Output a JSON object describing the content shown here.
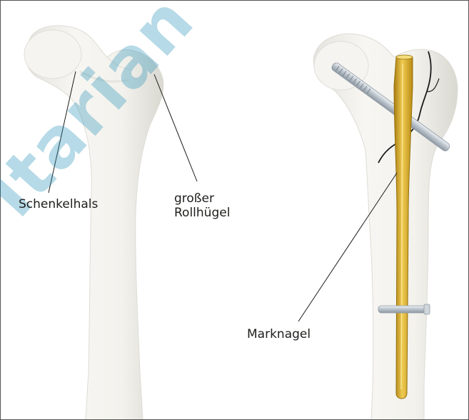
{
  "labels": {
    "femoral_neck": "Schenkelhals",
    "greater_trochanter_line1": "großer",
    "greater_trochanter_line2": "Rollhügel",
    "intramedullary_nail": "Marknagel"
  },
  "watermark_text": "Itarian Healt",
  "colors": {
    "bone": "#f2f1ec",
    "bone_shade": "#dcdbd4",
    "nail_gold": "#d8a81e",
    "nail_dark": "#a87c10",
    "screw_metal": "#c8cfd6",
    "frame": "#555555",
    "watermark": "#1f8fb6"
  }
}
